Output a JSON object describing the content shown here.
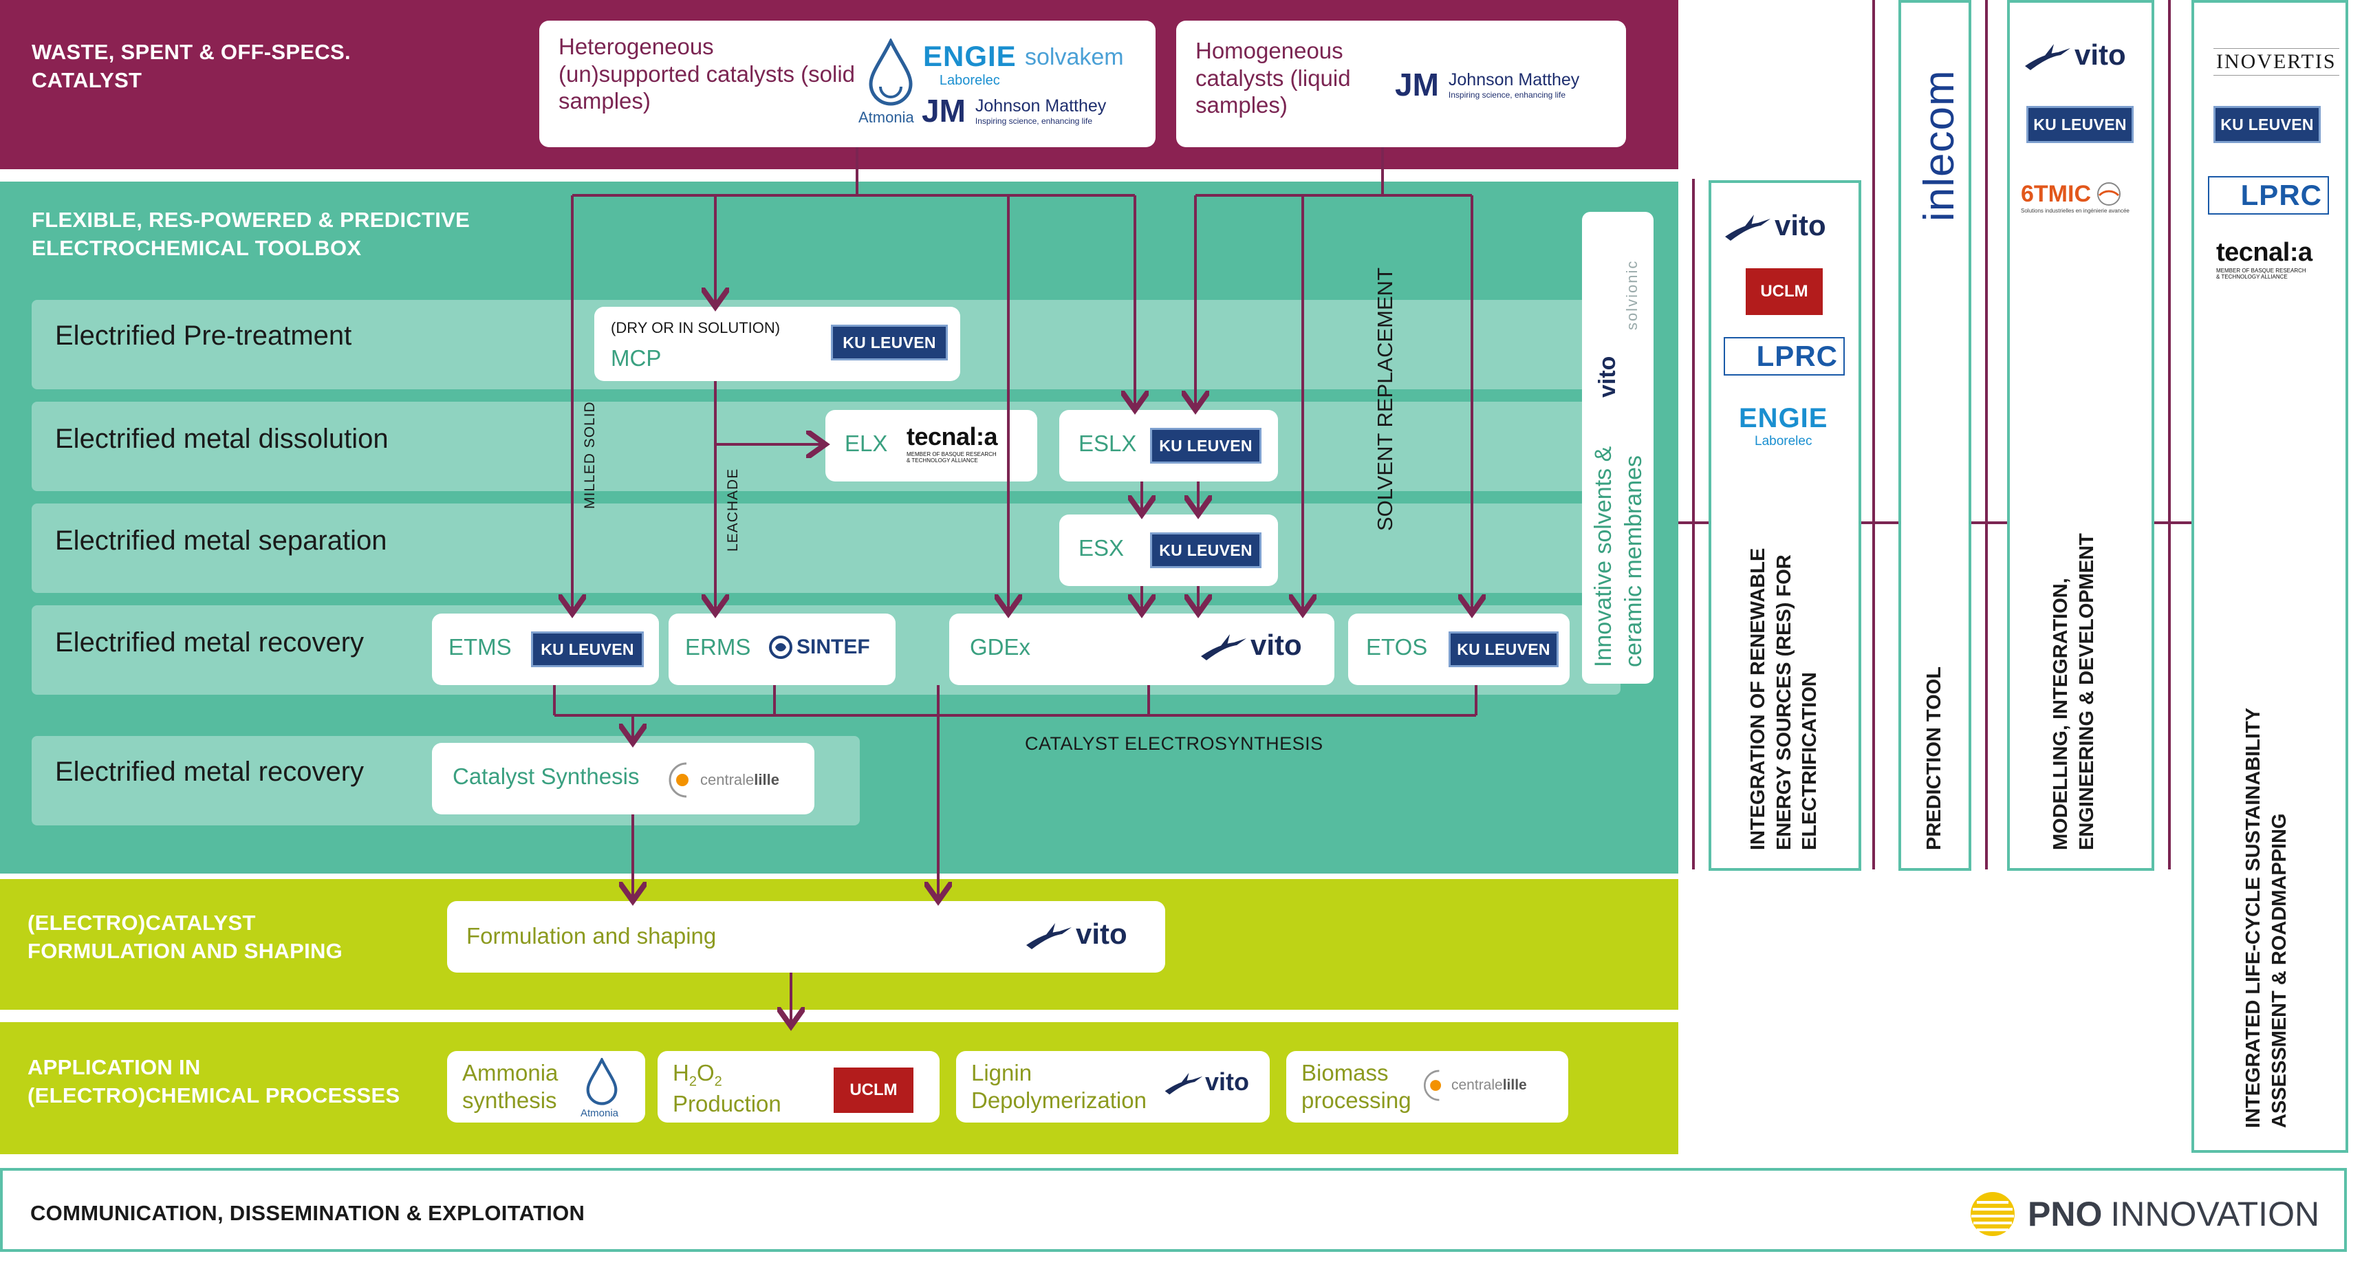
{
  "colors": {
    "purple": "#8b2252",
    "teal": "#56bc9f",
    "row": "#8fd3c0",
    "olive": "#bed316",
    "arrow": "#7b2552",
    "side_border": "#5bc0a8"
  },
  "waste": {
    "title_l1": "WASTE, SPENT & OFF-SPECS.",
    "title_l2": "CATALYST",
    "hetero_l1": "Heterogeneous",
    "hetero_l2": "(un)supported catalysts (solid",
    "hetero_l3": "samples)",
    "homo_l1": "Homogeneous",
    "homo_l2": "catalysts (liquid",
    "homo_l3": "samples)"
  },
  "toolbox": {
    "title_l1": "FLEXIBLE, RES-POWERED & PREDICTIVE",
    "title_l2": "ELECTROCHEMICAL TOOLBOX",
    "rows": [
      "Electrified Pre-treatment",
      "Electrified metal dissolution",
      "Electrified metal separation",
      "Electrified metal recovery",
      "Electrified metal recovery"
    ],
    "mcp_note": "(DRY OR IN SOLUTION)",
    "mcp": "MCP",
    "elx": "ELX",
    "eslx": "ESLX",
    "esx": "ESX",
    "etms": "ETMS",
    "erms": "ERMS",
    "gdex": "GDEx",
    "etos": "ETOS",
    "catalyst_synthesis": "Catalyst Synthesis",
    "milled_solid": "MILLED SOLID",
    "leachade": "LEACHADE",
    "solvent_replacement": "SOLVENT REPLACEMENT",
    "catalyst_electrosynthesis": "CATALYST ELECTROSYNTHESIS",
    "innovative_l1": "Innovative solvents &",
    "innovative_l2": "ceramic membranes"
  },
  "formulation": {
    "title_l1": "(ELECTRO)CATALYST",
    "title_l2": "FORMULATION AND SHAPING",
    "box": "Formulation and shaping"
  },
  "application": {
    "title_l1": "APPLICATION IN",
    "title_l2": "(ELECTRO)CHEMICAL PROCESSES",
    "ammonia_l1": "Ammonia",
    "ammonia_l2": "synthesis",
    "h2o2_l1_a": "H",
    "h2o2_sub1": "2",
    "h2o2_l1_b": "O",
    "h2o2_sub2": "2",
    "h2o2_l2": "Production",
    "lignin_l1": "Lignin",
    "lignin_l2": "Depolymerization",
    "biomass_l1": "Biomass",
    "biomass_l2": "processing"
  },
  "communication": {
    "title": "COMMUNICATION, DISSEMINATION & EXPLOITATION",
    "pno_bold": "PNO",
    "pno_light": "INNOVATION"
  },
  "side": {
    "res_l1": "INTEGRATION OF RENEWABLE",
    "res_l2": "ENERGY SOURCES (RES) FOR",
    "res_l3": "ELECTRIFICATION",
    "prediction": "PREDICTION TOOL",
    "model_l1": "MODELLING, INTEGRATION,",
    "model_l2": "ENGINEERING & DEVELOPMENT",
    "lca_l1": "INTEGRATED LIFE-CYCLE SUSTAINABILITY",
    "lca_l2": "ASSESSMENT & ROADMAPPING"
  },
  "logos": {
    "atmonia": "Atmonia",
    "engie": "ENGIE",
    "laborelec": "Laborelec",
    "solvakem": "solvakem",
    "jm": "JM",
    "johnson_matthey": "Johnson Matthey",
    "jm_tagline": "Inspiring science, enhancing life",
    "ku_leuven": "KU LEUVEN",
    "tecnalia": "tecnal:a",
    "tecnalia_tag_l1": "MEMBER OF BASQUE RESEARCH",
    "tecnalia_tag_l2": "& TECHNOLOGY ALLIANCE",
    "sintef": "SINTEF",
    "vito": "vito",
    "centrale": "centrale",
    "lille": "lille",
    "solvionic": "solvionic",
    "uclm": "UCLM",
    "lprc": "LPRC",
    "inlecom": "inlecom",
    "6tmic": "6TMIC",
    "6tmic_tag": "Solutions industrielles en ingénierie avancée",
    "inovertis": "INOVERTIS"
  }
}
